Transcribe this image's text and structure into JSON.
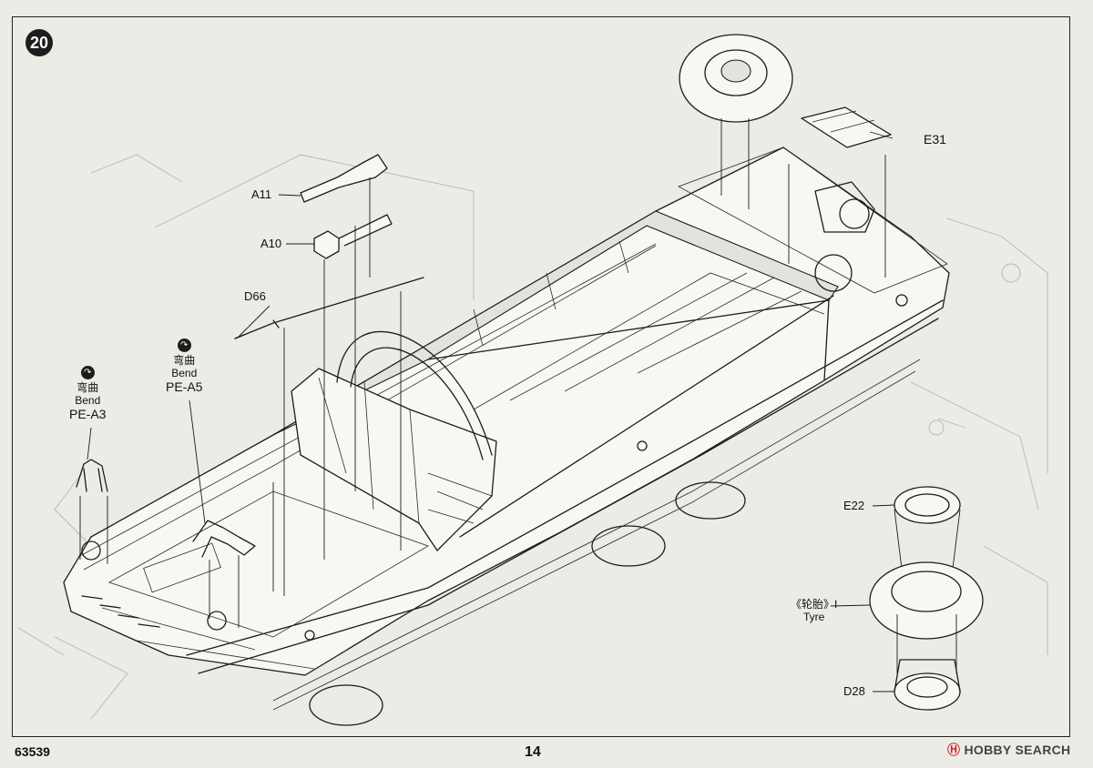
{
  "step": {
    "number": "20"
  },
  "parts": {
    "a11": "A11",
    "a10": "A10",
    "d66": "D66",
    "e31": "E31",
    "e22": "E22",
    "d28": "D28"
  },
  "notes": {
    "pe_a3": {
      "icon": "bend-icon",
      "cn": "弯曲",
      "en": "Bend",
      "part": "PE-A3"
    },
    "pe_a5": {
      "icon": "bend-icon",
      "cn": "弯曲",
      "en": "Bend",
      "part": "PE-A5"
    },
    "tyre": {
      "cn": "《轮胎》I",
      "en": "Tyre"
    }
  },
  "footer": {
    "kit_number": "63539",
    "page_number": "14",
    "watermark_mark": "Ⓗ",
    "watermark": "HOBBY SEARCH"
  },
  "colors": {
    "paper": "#ecebe6",
    "ink": "#1c1c1c",
    "ghost": "#b6b6b2"
  }
}
